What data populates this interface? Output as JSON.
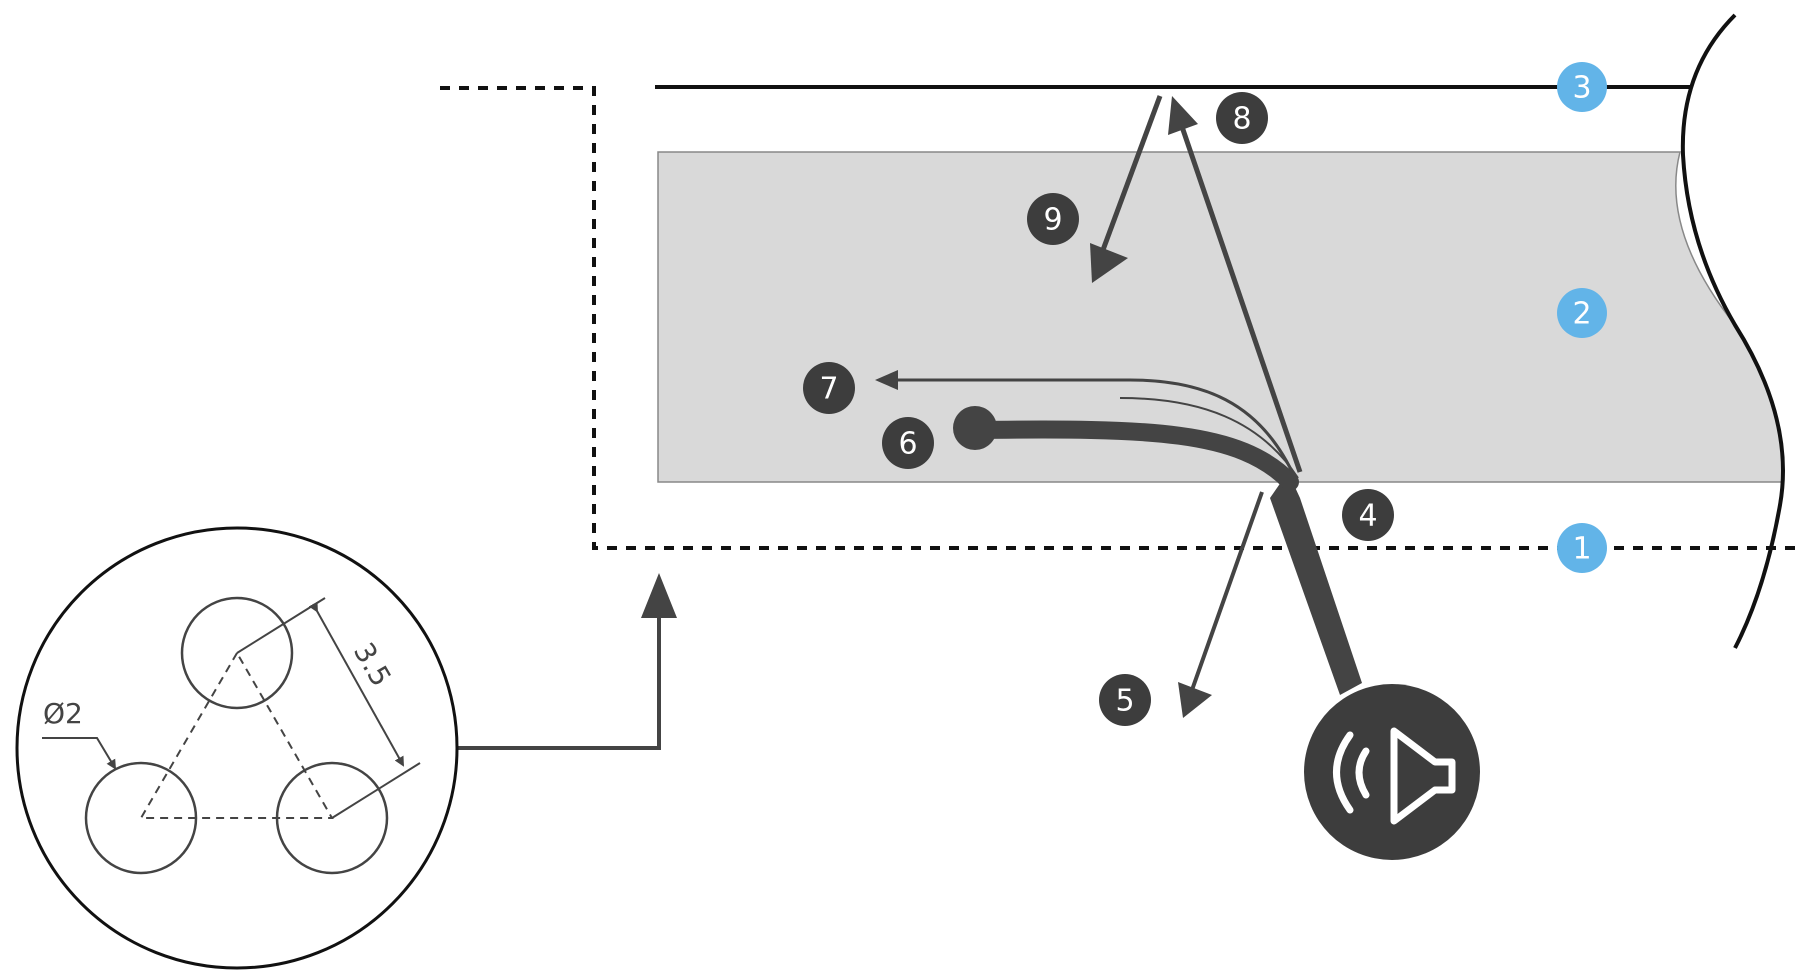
{
  "colors": {
    "stroke": "#444444",
    "line": "#111111",
    "layer_fill": "#d9d9d9",
    "dark_marker": "#3d3d3d",
    "blue_marker": "#62b4e8",
    "marker_text": "#ffffff"
  },
  "markers_blue": [
    {
      "id": "1",
      "label": "1"
    },
    {
      "id": "2",
      "label": "2"
    },
    {
      "id": "3",
      "label": "3"
    }
  ],
  "markers_dark": [
    {
      "id": "4",
      "label": "4"
    },
    {
      "id": "5",
      "label": "5"
    },
    {
      "id": "6",
      "label": "6"
    },
    {
      "id": "7",
      "label": "7"
    },
    {
      "id": "8",
      "label": "8"
    },
    {
      "id": "9",
      "label": "9"
    }
  ],
  "detail": {
    "diameter_label": "Ø2",
    "spacing_label": "3.5"
  },
  "icons": [
    "speaker-icon"
  ]
}
